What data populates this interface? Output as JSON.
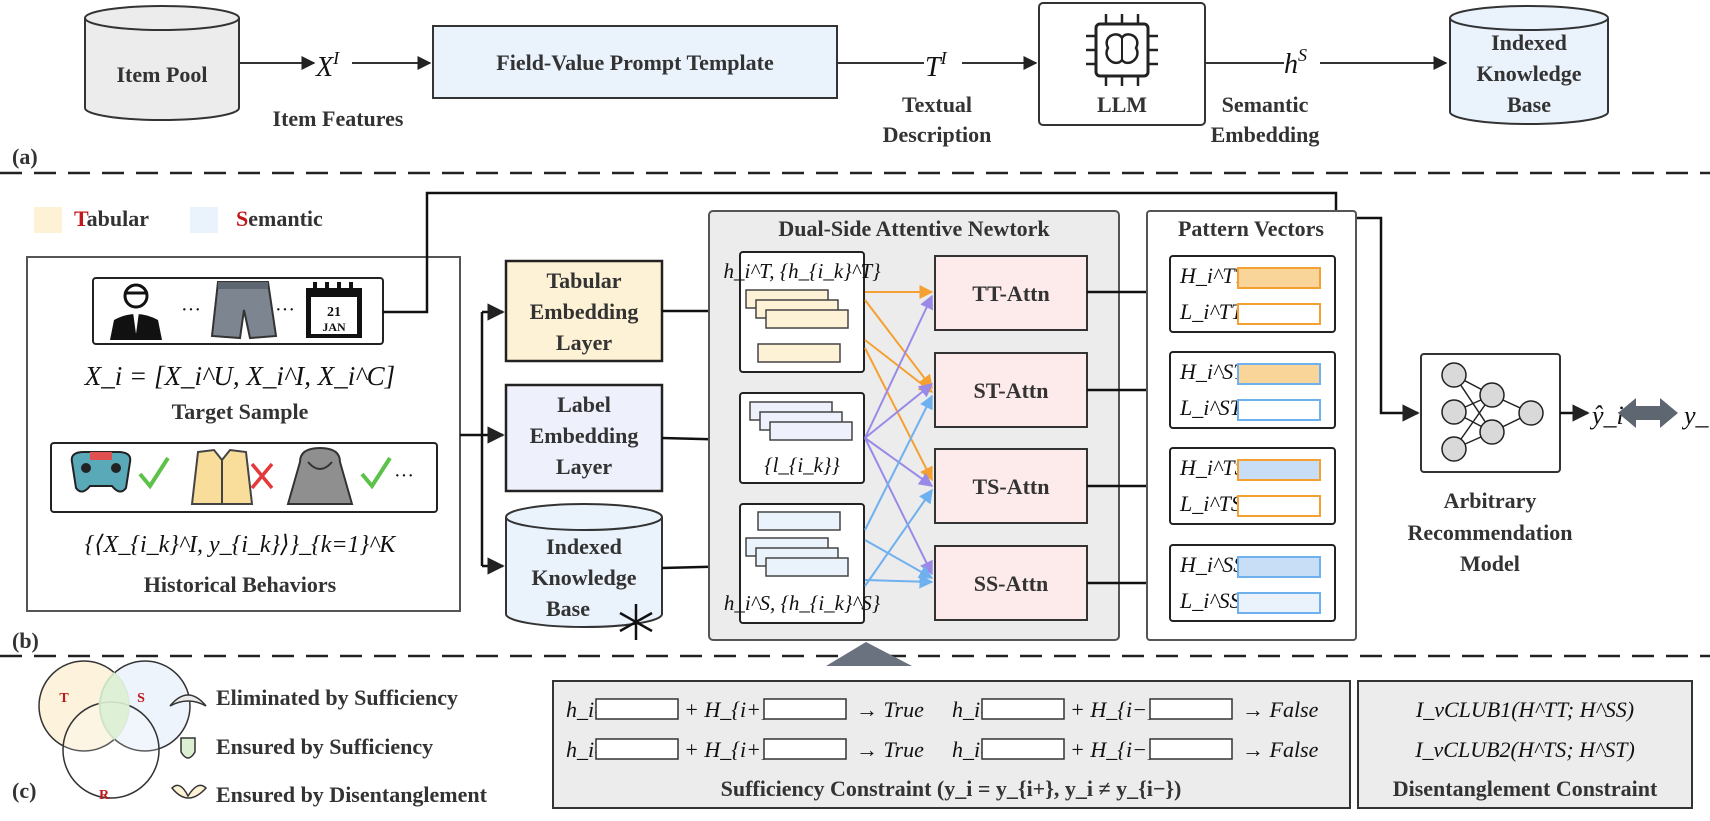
{
  "panel_a": {
    "item_pool": "Item Pool",
    "x_sym": "X",
    "x_sup": "I",
    "item_features": "Item Features",
    "prompt_template": "Field-Value Prompt Template",
    "t_sym": "T",
    "t_sup": "I",
    "textual_1": "Textual",
    "textual_2": "Description",
    "llm": "LLM",
    "h_sym": "h",
    "h_sup": "S",
    "semantic_1": "Semantic",
    "semantic_2": "Embedding",
    "kb_1": "Indexed",
    "kb_2": "Knowledge",
    "kb_3": "Base",
    "tag": "(a)"
  },
  "legend": {
    "tabular_initial": "T",
    "tabular_rest": "abular",
    "semantic_initial": "S",
    "semantic_rest": "emantic"
  },
  "panel_b": {
    "ellipsis": "···",
    "calendar_day": "21",
    "calendar_month": "JAN",
    "target_formula": "X_i = [X_i^U, X_i^I, X_i^C]",
    "target_label": "Target Sample",
    "hist_formula": "{⟨X_{i_k}^I, y_{i_k}⟩}_{k=1}^K",
    "hist_label": "Historical Behaviors",
    "tab_emb_1": "Tabular",
    "tab_emb_2": "Embedding",
    "tab_emb_3": "Layer",
    "lab_emb_1": "Label",
    "lab_emb_2": "Embedding",
    "lab_emb_3": "Layer",
    "kb_1": "Indexed",
    "kb_2": "Knowledge",
    "kb_3": "Base",
    "dual_title": "Dual-Side Attentive Newtork",
    "hT_label": "h_i^T, {h_{i_k}^T}",
    "l_label": "{l_{i_k}}",
    "hS_label": "h_i^S, {h_{i_k}^S}",
    "attn": [
      "TT-Attn",
      "ST-Attn",
      "TS-Attn",
      "SS-Attn"
    ],
    "pattern_title": "Pattern Vectors",
    "pattern_H": [
      "H_i^TT",
      "H_i^ST",
      "H_i^TS",
      "H_i^SS"
    ],
    "pattern_L": [
      "L_i^TT",
      "L_i^ST",
      "L_i^TS",
      "L_i^SS"
    ],
    "rec_1": "Arbitrary",
    "rec_2": "Recommendation",
    "rec_3": "Model",
    "yhat": "ŷ_i",
    "y": "y_i",
    "tag": "(b)"
  },
  "panel_c": {
    "venn_T": "T",
    "venn_S": "S",
    "venn_R": "R",
    "elim": "Eliminated by Sufficiency",
    "ensured_suff": "Ensured by Sufficiency",
    "ensured_dis": "Ensured by Disentanglement",
    "eq1_a": "h_i^S",
    "eq1_b": "+ H_{i+}^SS",
    "eq1_c": "→ True",
    "eq1_d": "h_i^S",
    "eq1_e": "+ H_{i−}^SS",
    "eq1_f": "→ False",
    "eq2_a": "h_i^T",
    "eq2_b": "+ H_{i+}^TT",
    "eq2_c": "→ True",
    "eq2_d": "h_i^T",
    "eq2_e": "+ H_{i−}^TT",
    "eq2_f": "→ False",
    "suff_label": "Sufficiency Constraint (y_i = y_{i+}, y_i ≠ y_{i−})",
    "club1": "I_vCLUB1(H^TT; H^SS)",
    "club2": "I_vCLUB2(H^TS; H^ST)",
    "dis_label": "Disentanglement Constraint",
    "tag": "(c)"
  },
  "colors": {
    "tabular_fill": "#fdf1d6",
    "semantic_fill": "#eaf2fc",
    "attn_fill": "#fdebeb",
    "orange": "#f5a033",
    "blue_line": "#6fb0ee",
    "purple_line": "#9a8ae8",
    "bar_orange_fill": "#fad59a",
    "bar_blue_fill": "#c8ddf6",
    "red_text": "#c0171b",
    "panel_gray": "#ececec"
  }
}
